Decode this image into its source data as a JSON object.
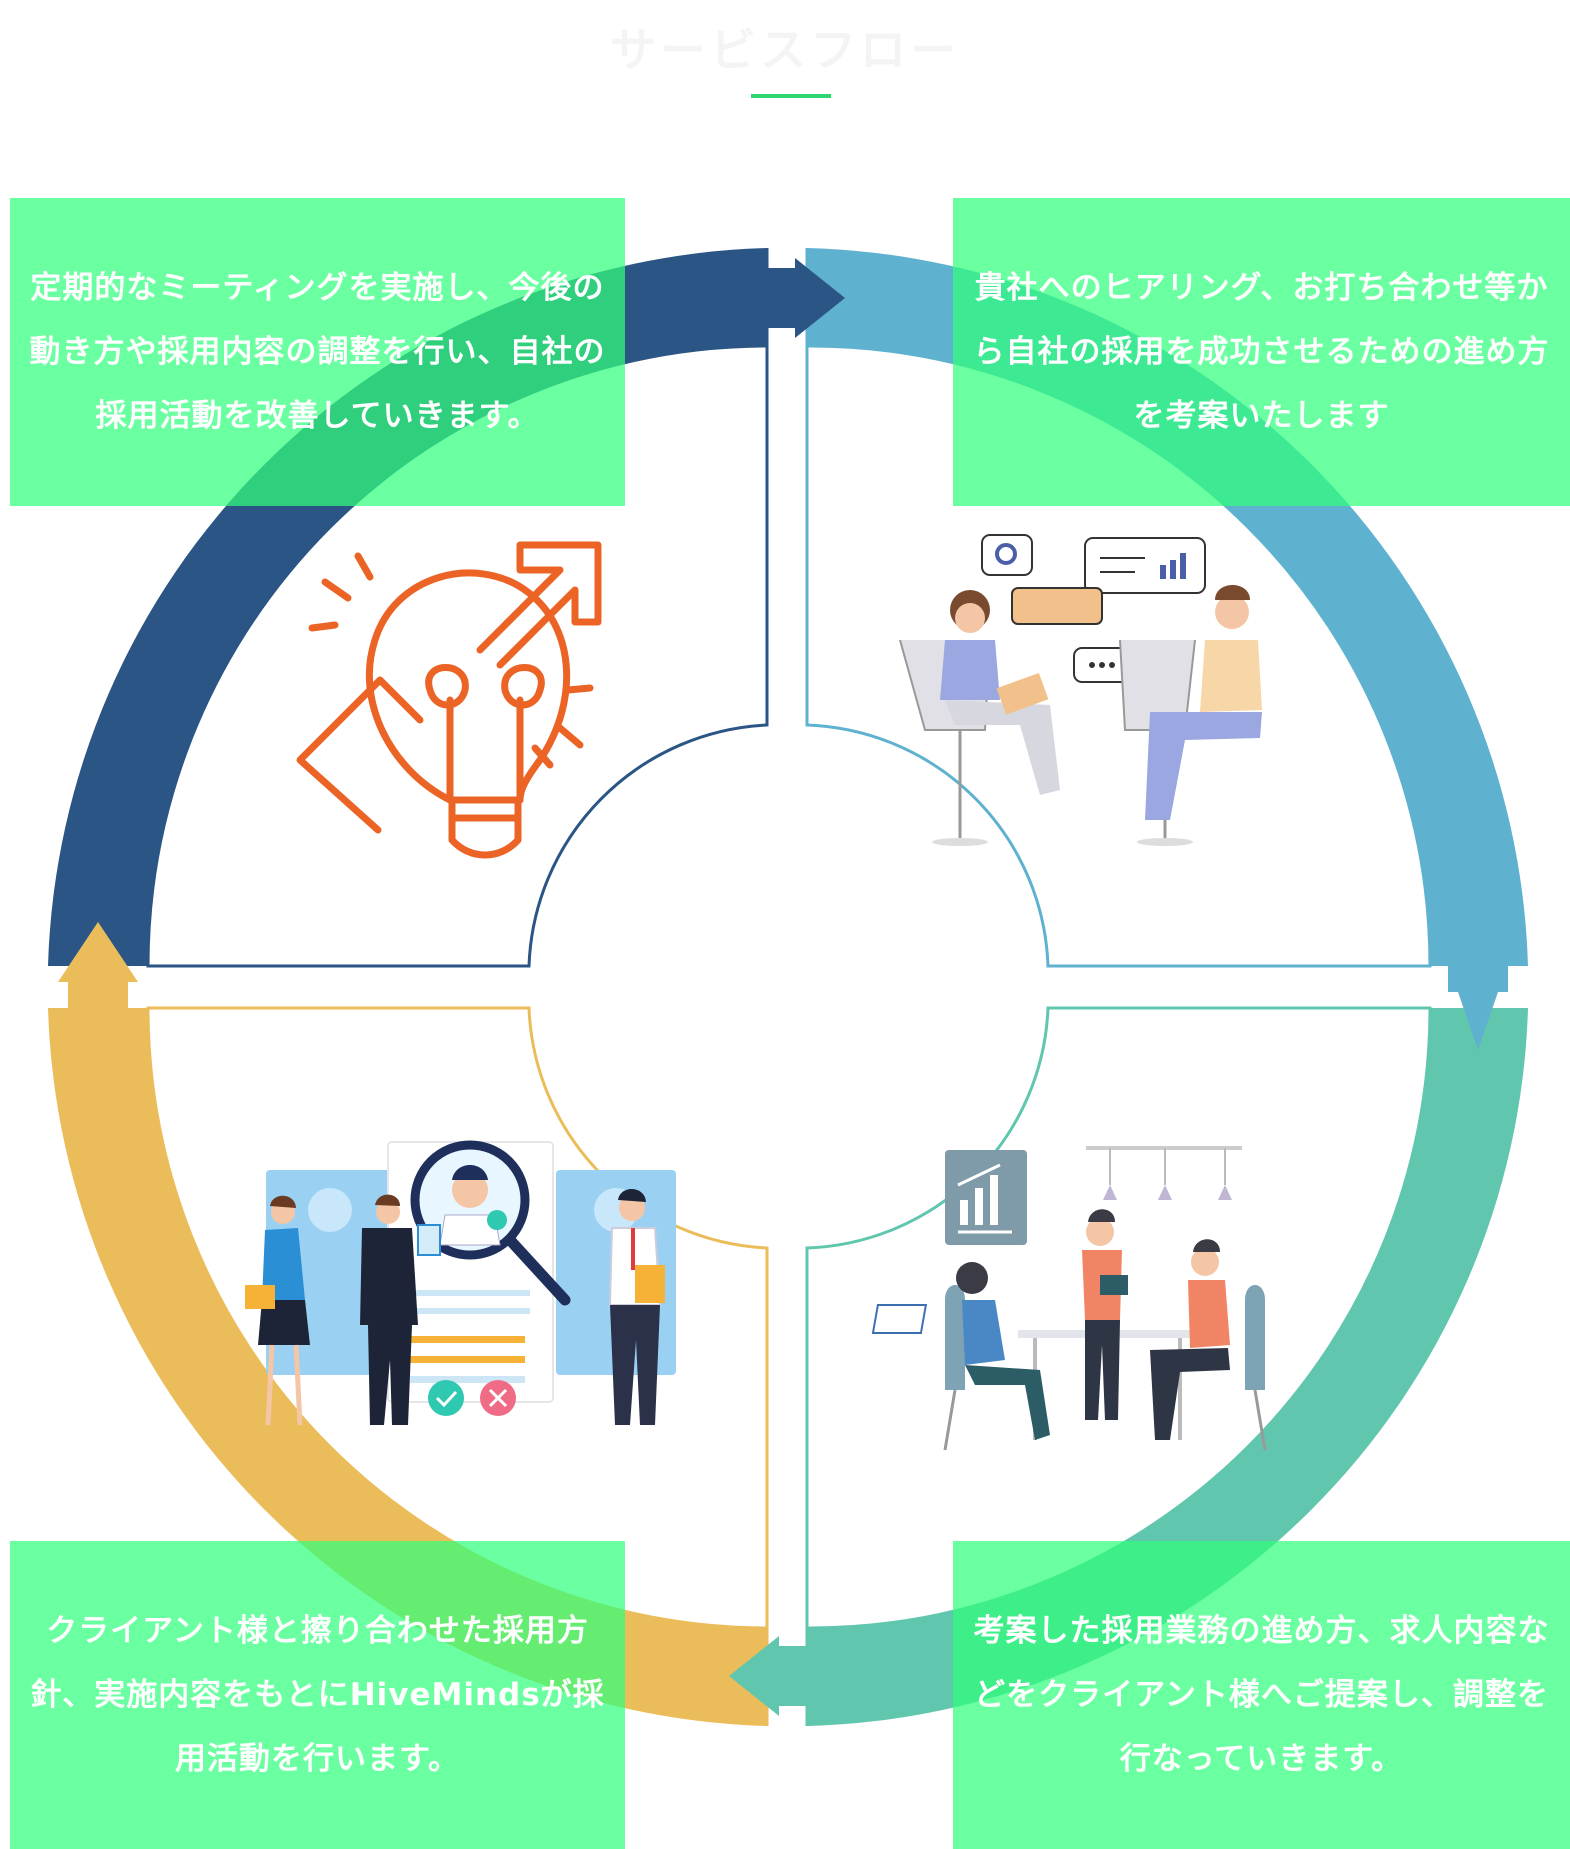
{
  "header": {
    "title": "サービスフロー"
  },
  "colors": {
    "accent": "#2ed573",
    "step_box": "#30ff7b",
    "arc_dark_blue": "#2b5585",
    "arc_light_blue": "#5fb2cf",
    "arc_teal": "#61c6ae",
    "arc_gold": "#ebbd5a",
    "bulb_orange": "#eb6426"
  },
  "steps": [
    {
      "id": "hearing",
      "position": "top-right",
      "icon": "consultation-illustration",
      "text": "貴社へのヒアリング、お打ち合わせ等から自社の採用を成功させるための進め方を考案いたします"
    },
    {
      "id": "proposal",
      "position": "bottom-right",
      "icon": "team-meeting-illustration",
      "text": "考案した採用業務の進め方、求人内容などをクライアント様へご提案し、調整を行なっていきます。"
    },
    {
      "id": "execution",
      "position": "bottom-left",
      "icon": "recruitment-search-illustration",
      "text": "クライアント様と擦り合わせた採用方針、実施内容をもとにHiveMindsが採用活動を行います。"
    },
    {
      "id": "improvement",
      "position": "top-left",
      "icon": "lightbulb-growth-icon",
      "text": "定期的なミーティングを実施し、今後の動き方や採用内容の調整を行い、自社の採用活動を改善していきます。"
    }
  ]
}
